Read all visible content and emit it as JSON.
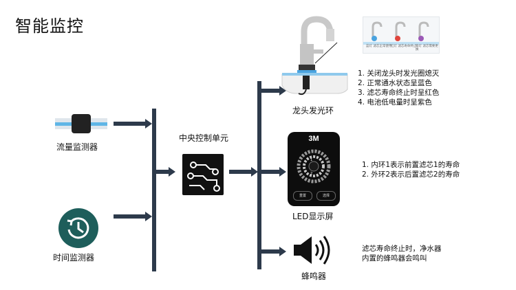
{
  "title": "智能监控",
  "inputs": {
    "flow_sensor": "流量监测器",
    "time_sensor": "时间监测器"
  },
  "central_unit": "中央控制单元",
  "outputs": {
    "faucet_ring": "龙头发光环",
    "led_display": "LED显示屏",
    "buzzer": "蜂鸣器"
  },
  "faucet_notes": [
    "1. 关闭龙头时发光圈熄灭",
    "2. 正常通水状态呈蓝色",
    "3. 滤芯寿命终止时呈红色",
    "4. 电池低电量时呈紫色"
  ],
  "display_notes": [
    "1. 内环1表示前置滤芯1的寿命",
    "2. 外环2表示后置滤芯2的寿命"
  ],
  "buzzer_notes": [
    "滤芯寿命终止时，净水器",
    "内置的蜂鸣器会鸣叫"
  ],
  "display_device": {
    "brand": "3M",
    "button_left": "重置",
    "button_right": "选择",
    "ring_inner": "1",
    "ring_outer": "2"
  },
  "faucet_thumbs": [
    {
      "label": "蓝灯",
      "caption": "滤芯正常使用",
      "color": "#4aa3df"
    },
    {
      "label": "红灯",
      "caption": "滤芯寿命终止",
      "color": "#e0443c"
    },
    {
      "label": "紫灯",
      "caption": "滤芯需要更换",
      "color": "#9b59b6"
    }
  ]
}
